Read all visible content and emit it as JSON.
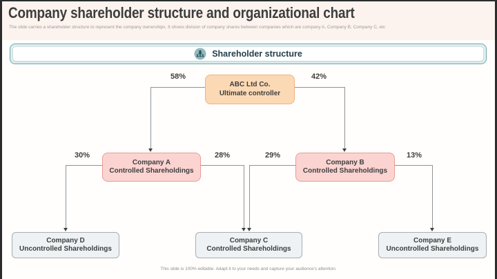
{
  "slide": {
    "title": "Company shareholder structure and organizational chart",
    "subtitle": "The slide carries a shareholder structure to represent the company ownerships. It shows division of company shares between companies which are company A, Company B, Company C, etc",
    "footer": "This slide is 100% editable. Adapt it to your needs and capture your audience's attention."
  },
  "banner": {
    "label": "Shareholder structure",
    "icon": "shareholders-group-icon"
  },
  "org_chart": {
    "root": {
      "line1": "ABC Ltd Co.",
      "line2": "Ultimate controller"
    },
    "root_left_pct": "58%",
    "root_right_pct": "42%",
    "level2": [
      {
        "line1": "Company A",
        "line2": "Controlled Shareholdings",
        "left_pct": "30%",
        "right_pct": "28%"
      },
      {
        "line1": "Company B",
        "line2": "Controlled Shareholdings",
        "left_pct": "29%",
        "right_pct": "13%"
      }
    ],
    "level3": [
      {
        "line1": "Company D",
        "line2": "Uncontrolled Shareholdings"
      },
      {
        "line1": "Company C",
        "line2": "Controlled Shareholdings"
      },
      {
        "line1": "Company E",
        "line2": "Uncontrolled Shareholdings"
      }
    ],
    "colors": {
      "root_fill": "#fcd9b5",
      "root_border": "#eeb181",
      "level2_fill": "#fbd4d1",
      "level2_border": "#e99b94",
      "level3_fill": "#eef2f4",
      "level3_border": "#a7adb0",
      "connector": "#8e9294",
      "banner_teal": "#6fa8ab"
    }
  }
}
